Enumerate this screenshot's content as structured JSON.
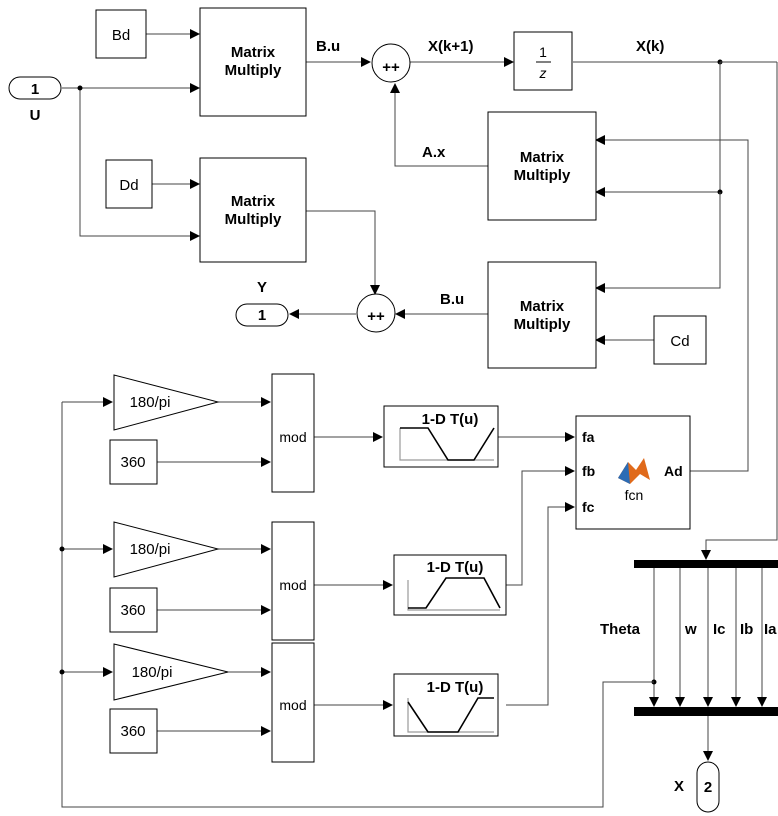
{
  "inports": [
    {
      "number": "1",
      "label": "U"
    }
  ],
  "outports": [
    {
      "number": "1",
      "label": "Y"
    },
    {
      "number": "2",
      "label": "X"
    }
  ],
  "constants": {
    "bd": "Bd",
    "dd": "Dd",
    "cd": "Cd",
    "c360_1": "360",
    "c360_2": "360",
    "c360_3": "360"
  },
  "matrix_multiply": {
    "line1": "Matrix",
    "line2": "Multiply"
  },
  "signals": {
    "bu_top": "B.u",
    "xk1": "X(k+1)",
    "xk": "X(k)",
    "ax": "A.x",
    "bu_bottom": "B.u"
  },
  "unit_delay": {
    "numerator": "1",
    "denominator": "z"
  },
  "sum_signs": "++",
  "gains": [
    "180/pi",
    "180/pi",
    "180/pi"
  ],
  "mod_label": "mod",
  "lookup_label": "1-D T(u)",
  "fcn_block": {
    "inputs": [
      "fa",
      "fb",
      "fc"
    ],
    "output": "Ad",
    "name": "fcn"
  },
  "mux_labels": [
    "Theta",
    "w",
    "Ic",
    "Ib",
    "Ia"
  ],
  "colors": {
    "matlab_logo_orange": "#e06a1b",
    "matlab_logo_blue": "#2b6cb5"
  }
}
